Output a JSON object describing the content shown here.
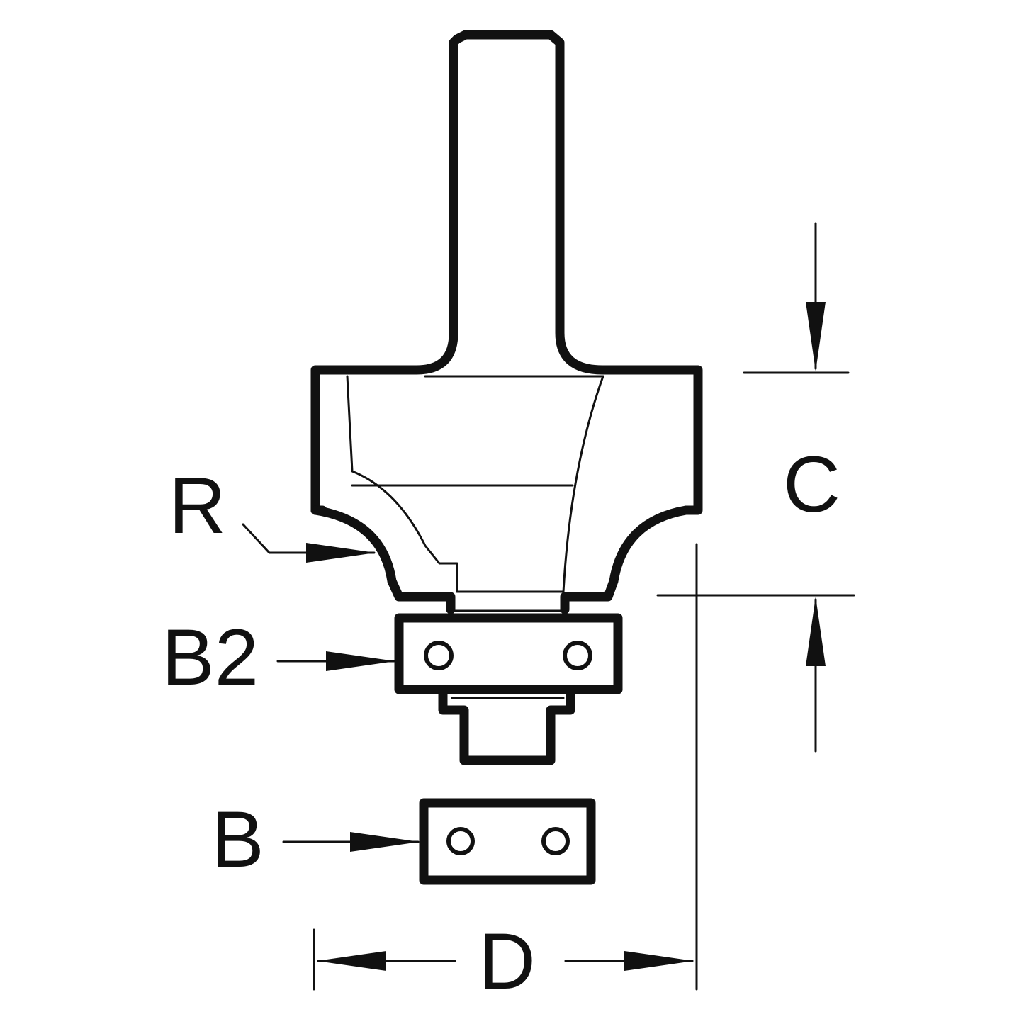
{
  "labels": {
    "radius": "R",
    "bearing_fitted": "B2",
    "bearing": "B",
    "cut_depth": "C",
    "cut_diameter": "D"
  },
  "colors": {
    "line": "#111111",
    "background": "#ffffff"
  }
}
